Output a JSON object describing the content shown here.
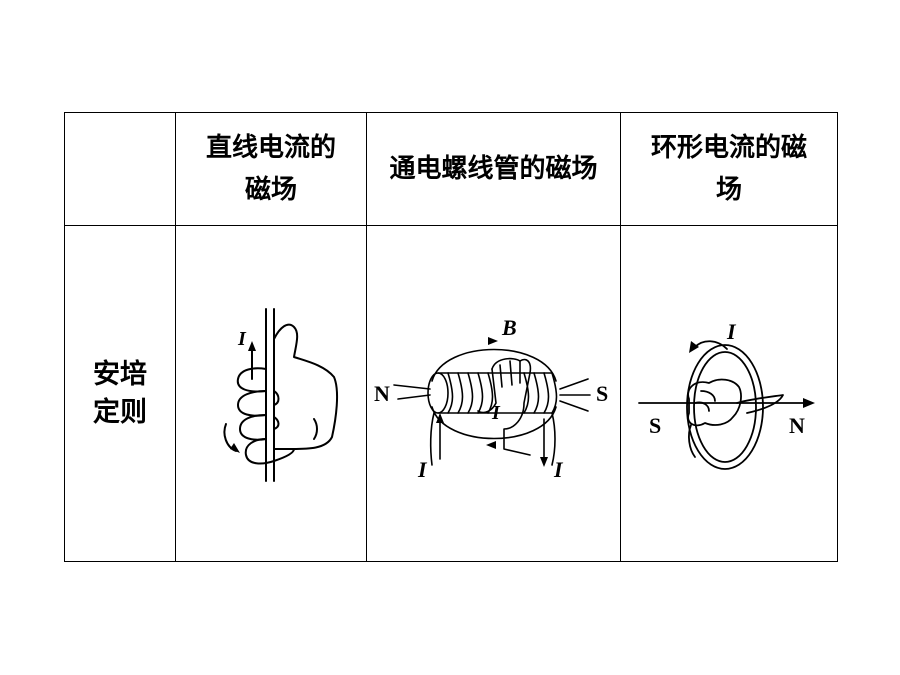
{
  "table": {
    "header": {
      "corner": "",
      "col1": "直线电流的磁场",
      "col2": "通电螺线管的磁场",
      "col3": "环形电流的磁场"
    },
    "row": {
      "label_line1": "安培",
      "label_line2": "定则"
    },
    "illustrations": {
      "straight": {
        "current_label": "I"
      },
      "solenoid": {
        "field_label": "B",
        "current_label_inside": "I",
        "current_label_left": "I",
        "current_label_right": "I",
        "pole_left": "N",
        "pole_right": "S"
      },
      "loop": {
        "current_label": "I",
        "pole_left": "S",
        "pole_right": "N"
      }
    }
  }
}
